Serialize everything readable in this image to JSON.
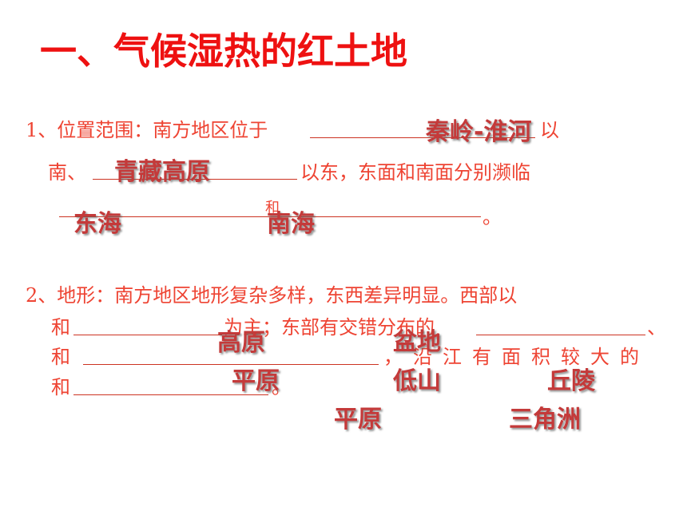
{
  "title": "一、气候湿热的红土地",
  "q1": {
    "line1_prefix": "1、位置范围：南方地区位于",
    "line1_suffix": "以",
    "line2_prefix": "南、",
    "line2_suffix": "以东，东面和南面分别濒临",
    "line3_mid": "和",
    "line3_end": "。",
    "answers": {
      "qinling_huaihe": "秦岭-淮河",
      "qingzang": "青藏高原",
      "donghai": "东海",
      "nanhai": "南海"
    }
  },
  "q2": {
    "line1": "2、地形：南方地区地形复杂多样，东西差异明显。西部以",
    "line2_prefix": "和",
    "line2_mid": "为主；东部有交错分布的",
    "line2_end": "、",
    "line3_prefix": "和",
    "line3_suffix": "，沿江有面积较大的",
    "line4_prefix": "和",
    "line4_end": "。",
    "answers": {
      "gaoyuan": "高原",
      "pendi": "盆地",
      "pingyuan1": "平原",
      "dishan": "低山",
      "qiuling": "丘陵",
      "pingyuan2": "平原",
      "sanjiaozhou": "三角洲"
    }
  }
}
